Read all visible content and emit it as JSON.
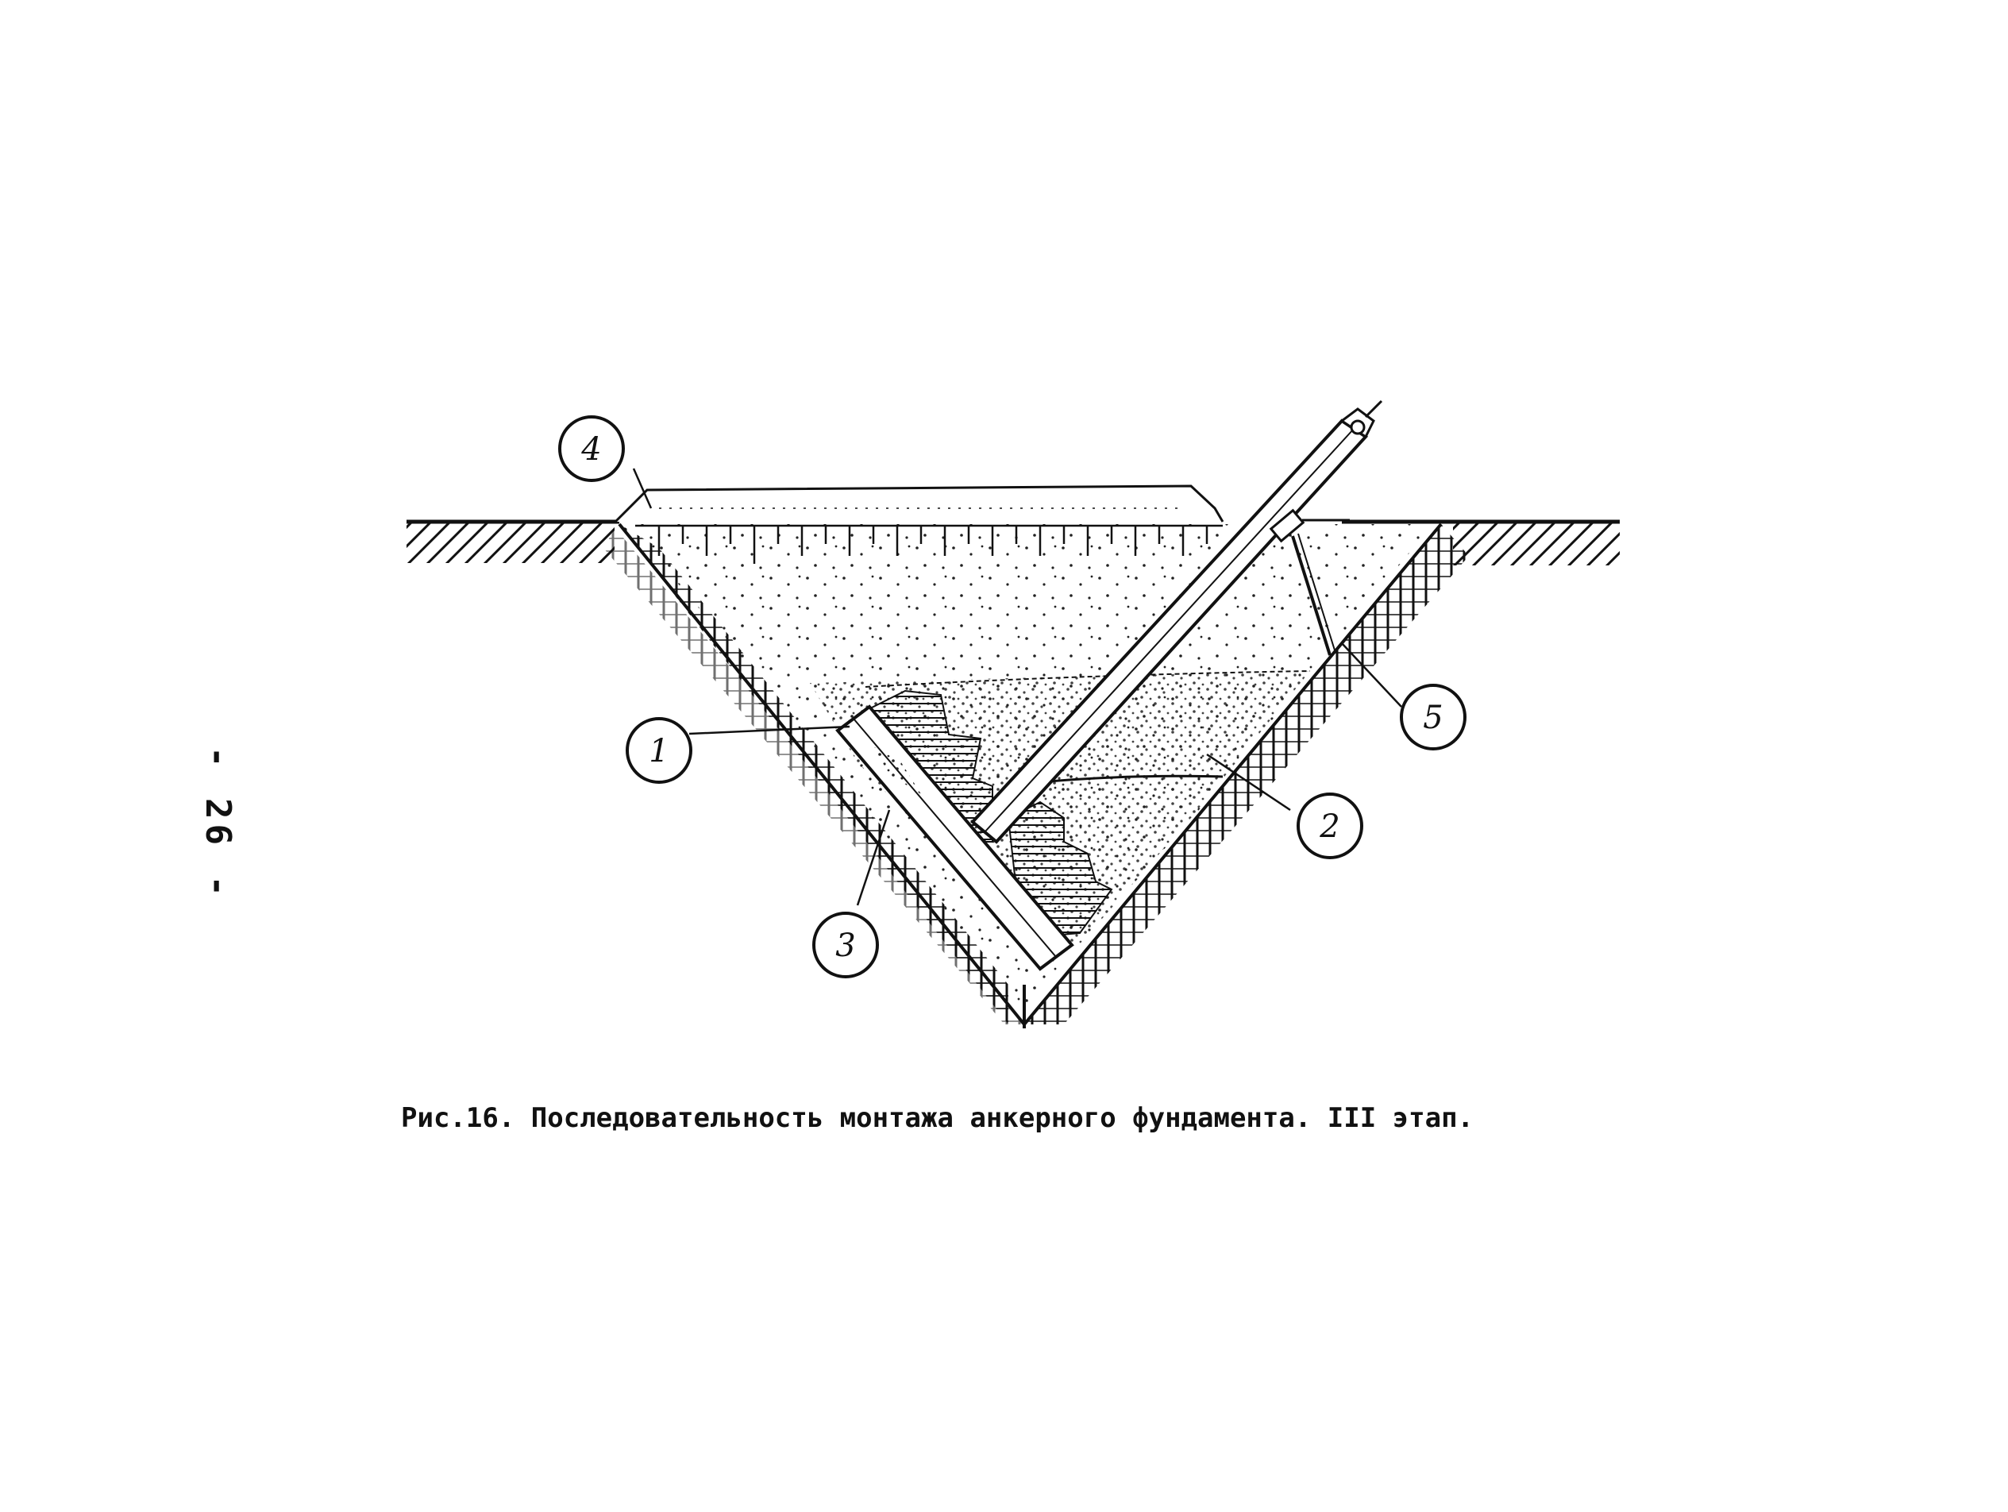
{
  "page_number": "- 26 -",
  "figure": {
    "callouts": [
      {
        "id": "1",
        "label": "1"
      },
      {
        "id": "2",
        "label": "2"
      },
      {
        "id": "3",
        "label": "3"
      },
      {
        "id": "4",
        "label": "4"
      },
      {
        "id": "5",
        "label": "5"
      }
    ]
  },
  "caption": "Рис.16. Последовательность монтажа анкерного фундамента. III этап.",
  "colors": {
    "ink": "#111111",
    "paper": "#ffffff"
  }
}
